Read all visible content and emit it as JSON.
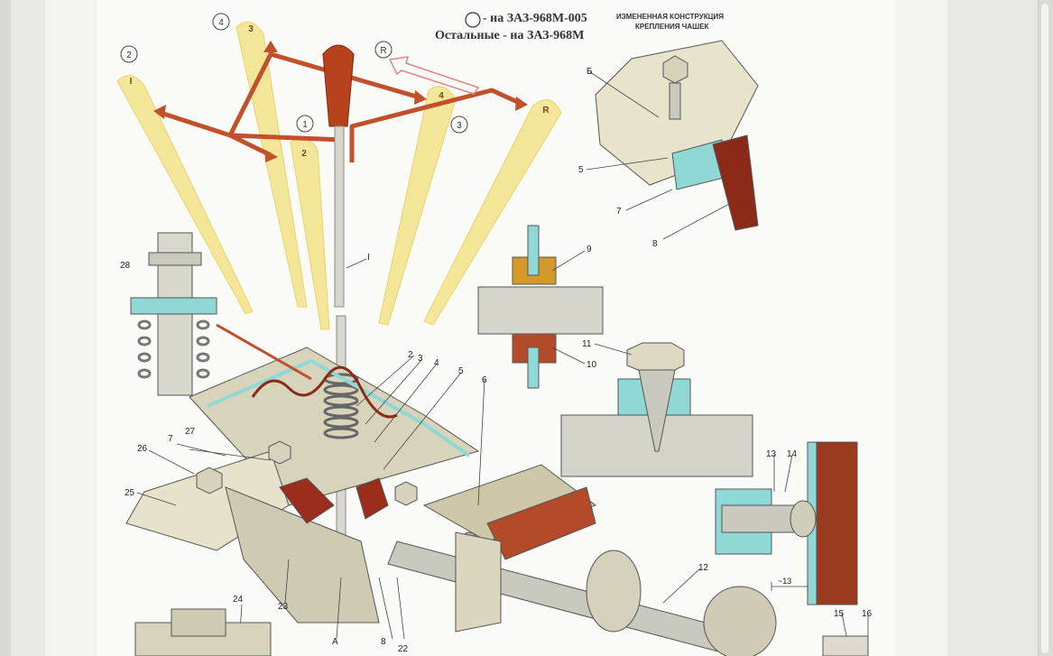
{
  "caption": {
    "legend_line1": "- на ЗАЗ-968М-005",
    "legend_line2": "Остальные - на ЗАЗ-968М",
    "inset_title_line1": "ИЗМЕНЕННАЯ КОНСТРУКЦИЯ",
    "inset_title_line2": "КРЕПЛЕНИЯ ЧАШЕК"
  },
  "gears": {
    "circled": [
      "1",
      "2",
      "3",
      "4",
      "R"
    ],
    "plain": [
      "I",
      "2",
      "3",
      "4",
      "R"
    ]
  },
  "parts": [
    "I",
    "2",
    "3",
    "4",
    "5",
    "6",
    "7",
    "8",
    "9",
    "10",
    "11",
    "12",
    "13",
    "14",
    "15",
    "16",
    "22",
    "23",
    "24",
    "25",
    "26",
    "27",
    "28",
    "Б",
    "А"
  ],
  "dimension": "~13",
  "colors": {
    "lever_red": "#b8421e",
    "gear_yellow": "#f4e79a",
    "metal": "#c9c9bd",
    "cutaway_cyan": "#8fd8d6",
    "rubber": "#8c2a1a"
  }
}
